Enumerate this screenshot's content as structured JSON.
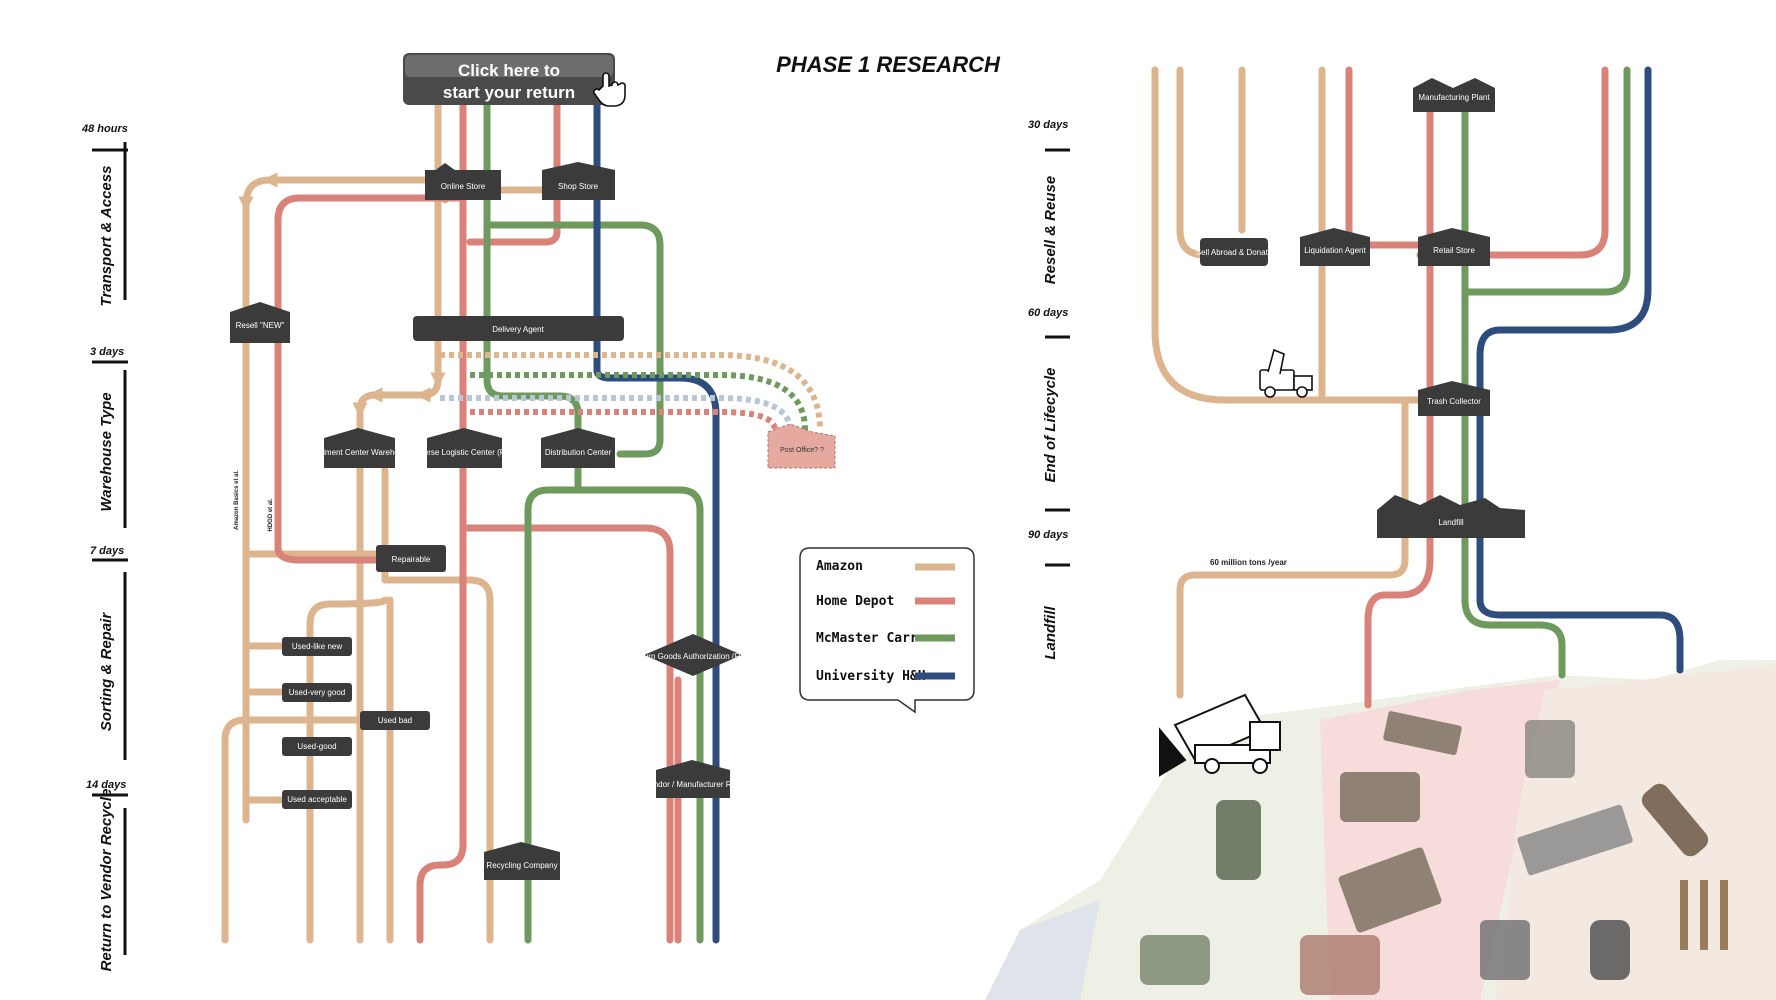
{
  "title": "PHASE 1 RESEARCH",
  "cta_button": {
    "line1": "Click here to",
    "line2": "start your return"
  },
  "colors": {
    "amazon": "#dcb48e",
    "home_depot": "#d9827a",
    "mcmaster": "#6f9a5e",
    "university": "#2e4d7c",
    "node": "#3b3b3b"
  },
  "left_panel": {
    "timeline": {
      "times": [
        "48 hours",
        "3 days",
        "7 days",
        "14 days"
      ],
      "sections": [
        "Transport & Access",
        "Warehouse Type",
        "Sorting & Repair",
        "Return to Vendor Recycle"
      ]
    },
    "nodes": {
      "online_store": "Online Store",
      "shop_store": "Shop Store",
      "resell_new": "Resell \"NEW\"",
      "delivery_agent": "Delivery Agent",
      "fulfillment": "Fulfillment Center Warehouse",
      "reverse_logistic": "Reverse Logistic Center (RLC)",
      "distribution": "Distribution Center",
      "post_office": "Post Office? ?",
      "repairable": "Repairable",
      "used_like_new": "Used-like new",
      "used_very_good": "Used-very good",
      "used_bad": "Used bad",
      "used_good": "Used-good",
      "used_acceptable": "Used acceptable",
      "rga": "Return Goods Authorization (RGA)",
      "vendor_rtv": "Vendor / Manufacturer RTV",
      "recycling": "Recycling Company"
    },
    "side_labels": {
      "amazon": "Amazon Basics et al.",
      "hdgd": "HDGD et al."
    }
  },
  "legend": {
    "items": [
      {
        "name": "Amazon",
        "color": "#dcb48e"
      },
      {
        "name": "Home Depot",
        "color": "#d9827a"
      },
      {
        "name": "McMaster Carr",
        "color": "#6f9a5e"
      },
      {
        "name": "University H&H",
        "color": "#2e4d7c"
      }
    ]
  },
  "right_panel": {
    "timeline": {
      "times": [
        "30 days",
        "60 days",
        "90 days"
      ],
      "sections": [
        "Resell & Reuse",
        "End of Lifecycle",
        "Landfill"
      ]
    },
    "nodes": {
      "manufacturing": "Manufacturing Plant",
      "sell_abroad": "Sell Abroad & Donate",
      "liquidation": "Liquidation Agent",
      "retail_store": "Retail Store",
      "trash_collector": "Trash Collector",
      "landfill": "Landfill"
    },
    "landfill_note": "60 million tons /year"
  }
}
